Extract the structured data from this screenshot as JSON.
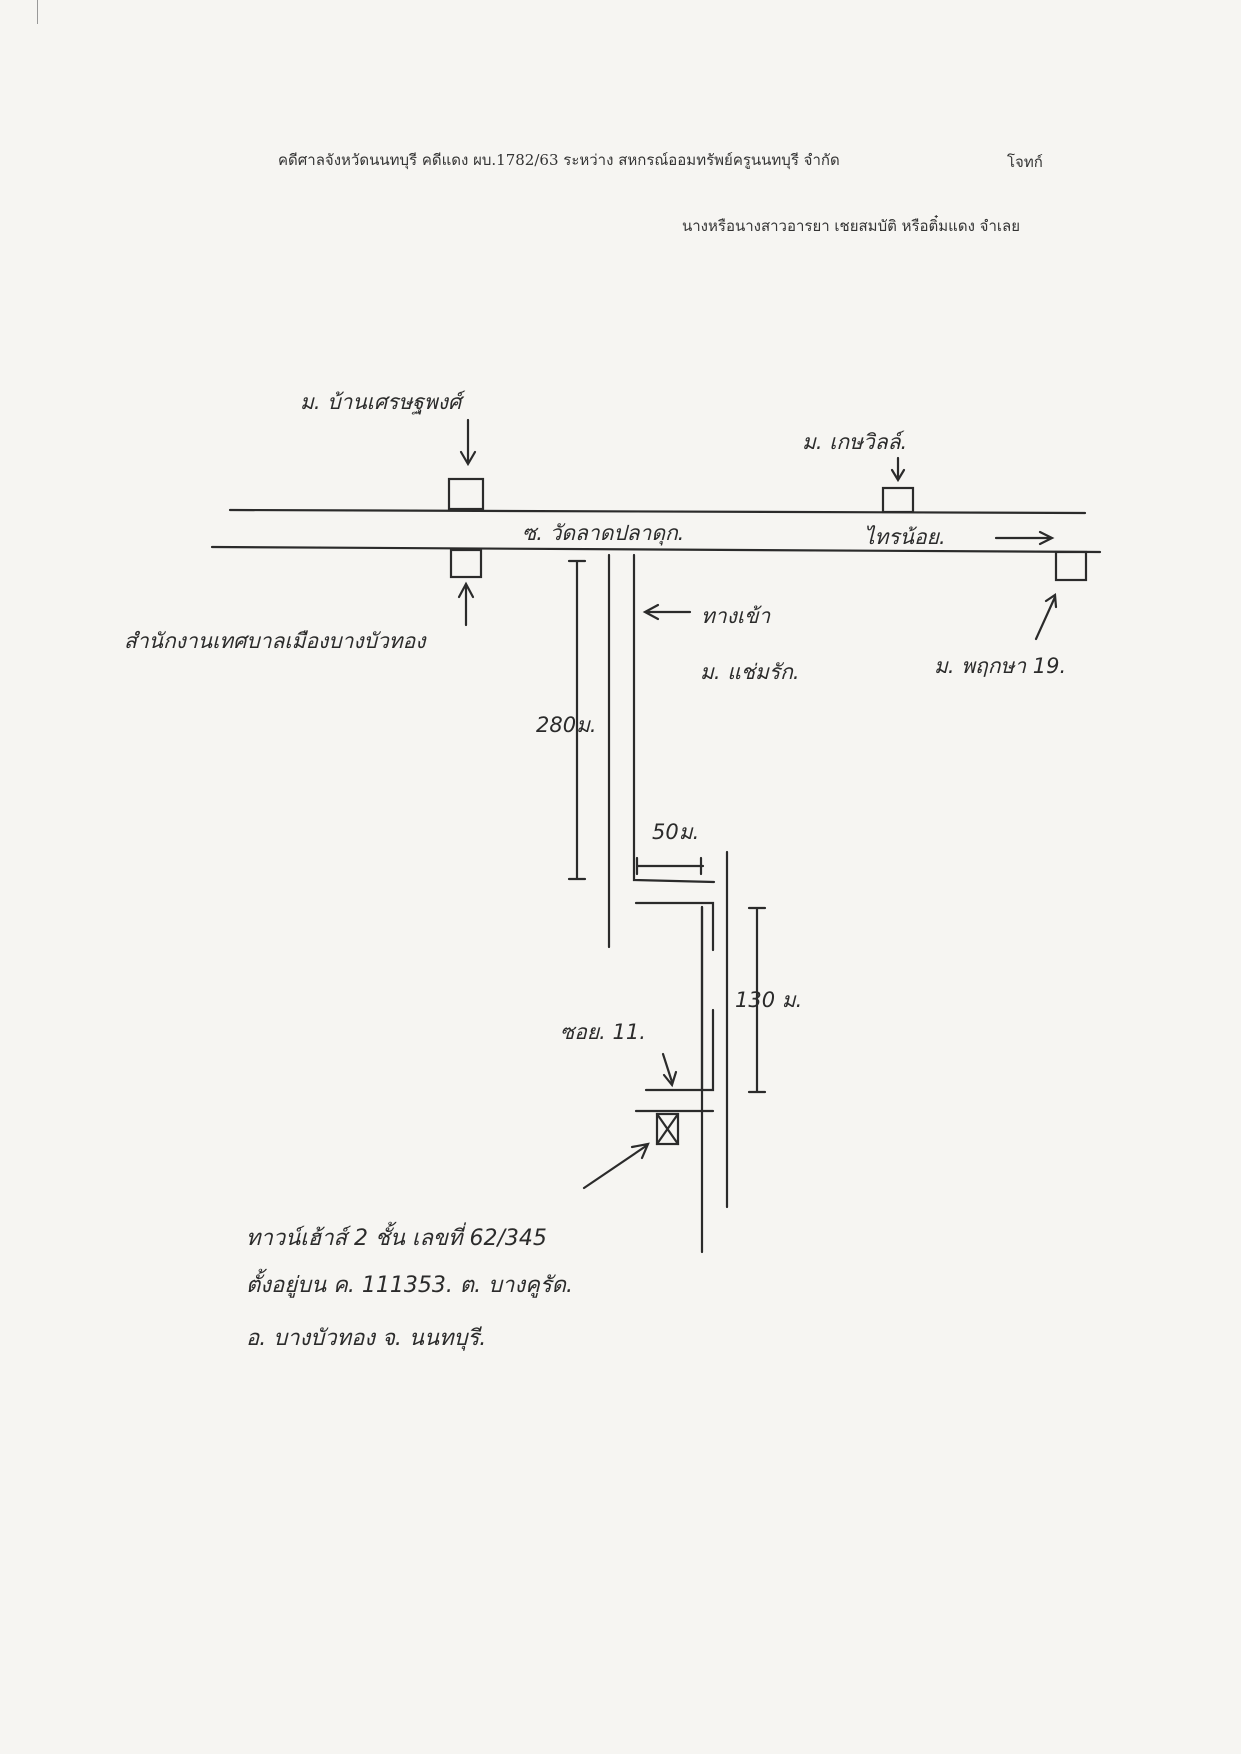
{
  "header": {
    "case_line": "คดีศาลจังหวัดนนทบุรี   คดีแดง ผบ.1782/63  ระหว่าง  สหกรณ์ออมทรัพย์ครูนนทบุรี จำกัด",
    "plaintiff_role": "โจทก์",
    "defendant_line": "นางหรือนางสาวอารยา เชยสมบัติ หรือติ๋มแดง  จำเลย"
  },
  "map": {
    "landmarks": {
      "top_left": "ม. บ้านเศรษฐพงศ์",
      "top_right": "ม. เกษวิลล์.",
      "bottom_left": "สำนักงานเทศบาลเมืองบางบัวทอง",
      "bottom_right": "ม. พฤกษา 19."
    },
    "road_main": "ซ. วัดลาดปลาดุก.",
    "direction_text": "ไทรน้อย.",
    "side_road_note": "ทางเข้า",
    "side_road_village": "ม. แช่มรัก.",
    "distance_1": "280ม.",
    "distance_2": "50ม.",
    "distance_3": "130 ม.",
    "alley": "ซอย. 11.",
    "property_lines": [
      "ทาวน์เฮ้าส์ 2 ชั้น  เลขที่ 62/345",
      "ตั้งอยู่บน ค. 111353. ต. บางคูรัด.",
      "อ. บางบัวทอง  จ. นนทบุรี."
    ]
  }
}
